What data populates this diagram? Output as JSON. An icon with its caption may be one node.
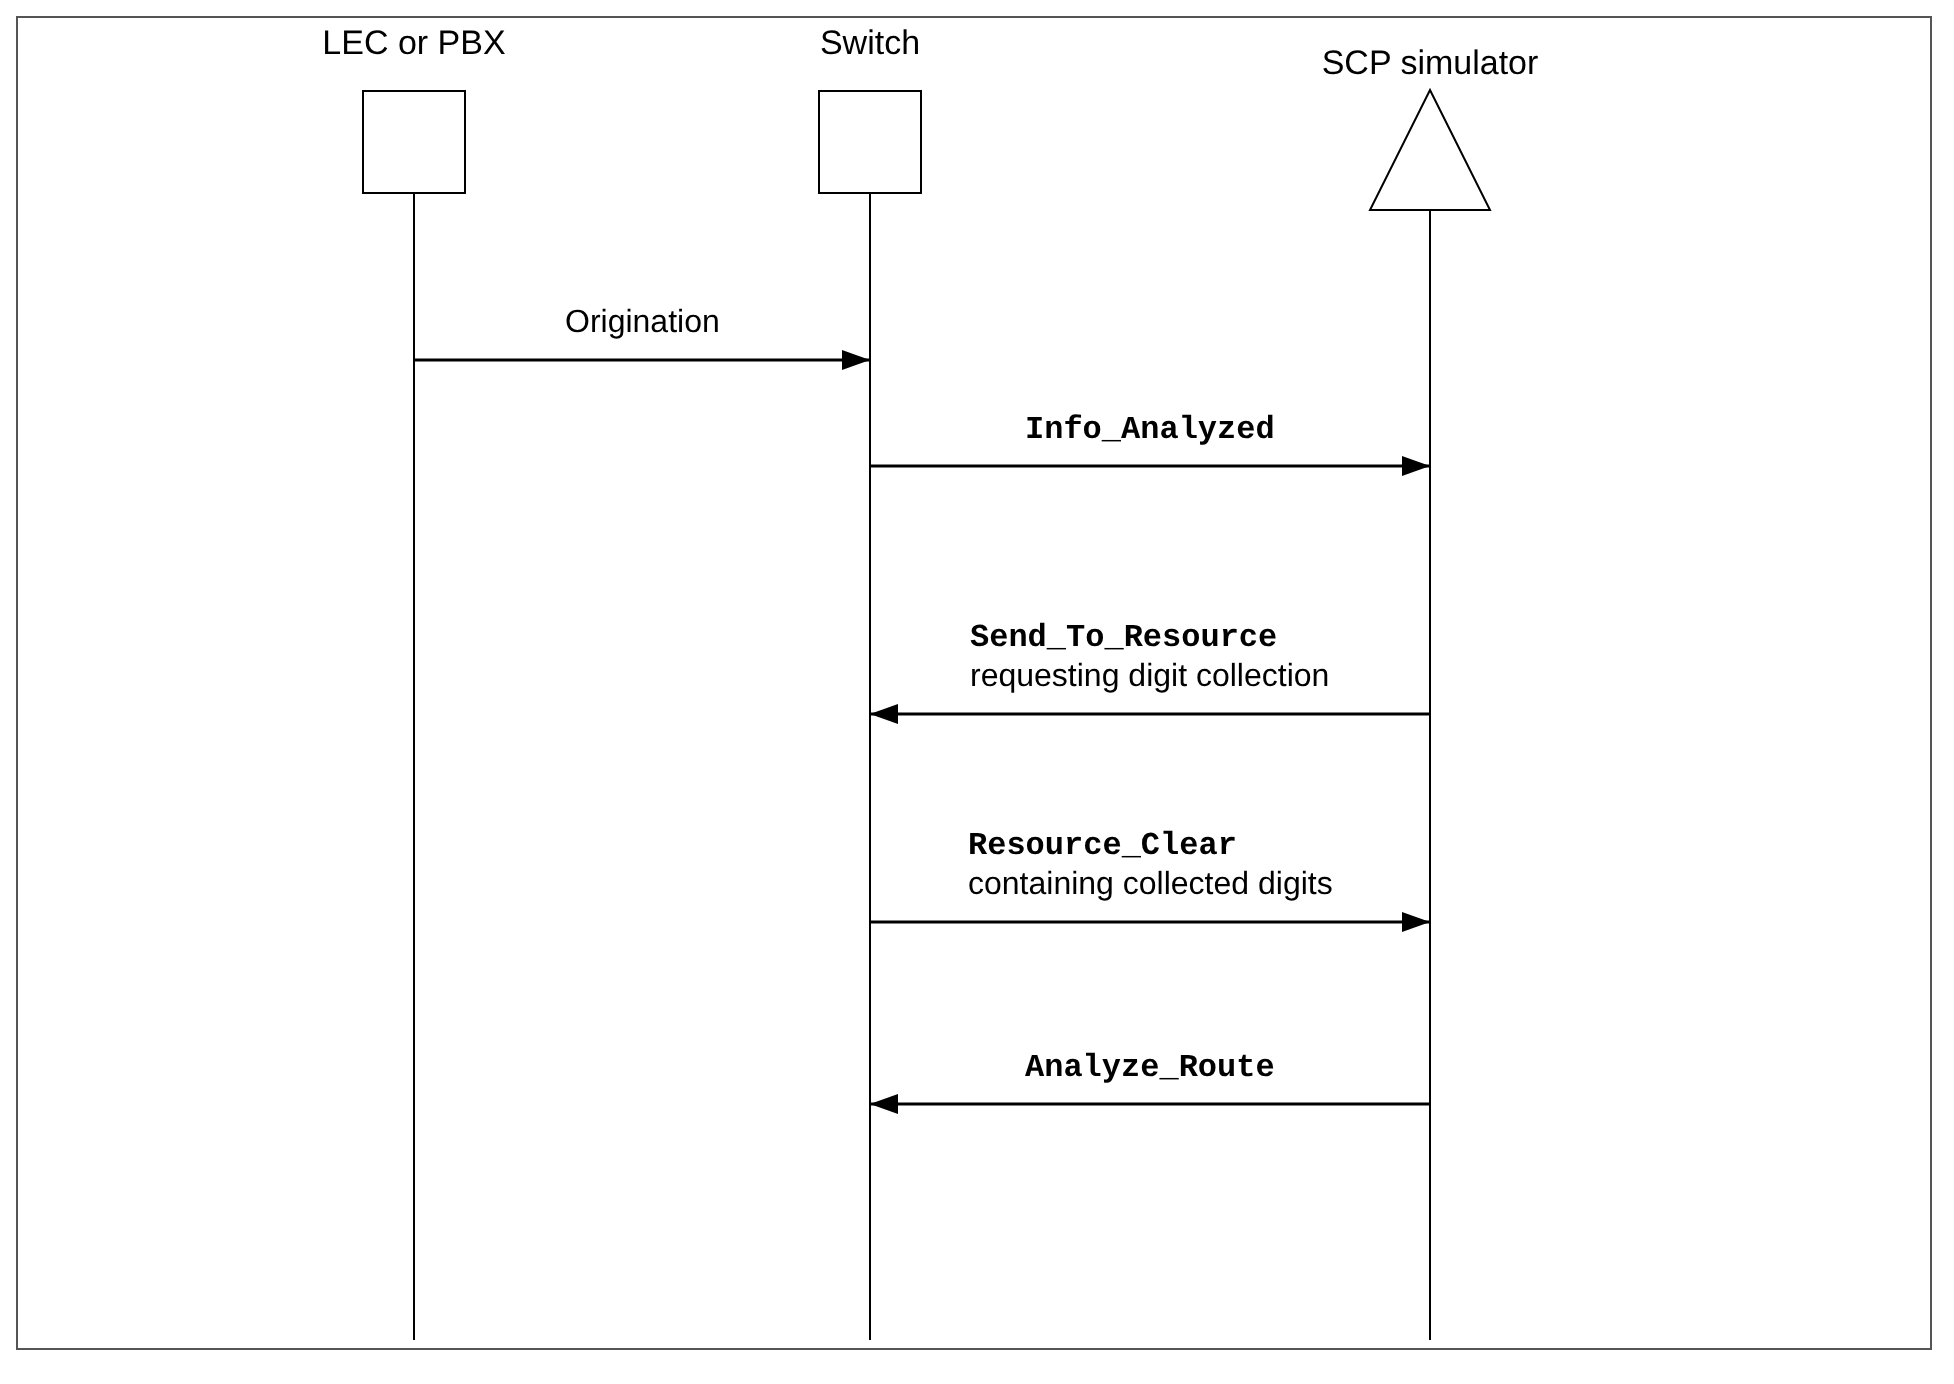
{
  "diagram": {
    "nodes": [
      {
        "text": [
          "LEC or PBX"
        ]
      },
      {
        "text": [
          "Switch"
        ]
      },
      {
        "text": [
          "SCP simulator"
        ]
      }
    ],
    "edges": [
      {
        "from": 0,
        "to": 1,
        "arrow": "to",
        "label": "Origination"
      },
      {
        "from": 1,
        "to": 2,
        "arrow": "to",
        "label": "Info_Analyzed"
      },
      {
        "from": 2,
        "to": 1,
        "arrow": "to",
        "label": "**Send_To_Resource** requesting digit collection"
      },
      {
        "from": 1,
        "to": 2,
        "arrow": "to",
        "label": "**Resource_Clear** containing collected digits"
      },
      {
        "from": 2,
        "to": 1,
        "arrow": "to",
        "label": "Analyze_Route"
      }
    ]
  }
}
